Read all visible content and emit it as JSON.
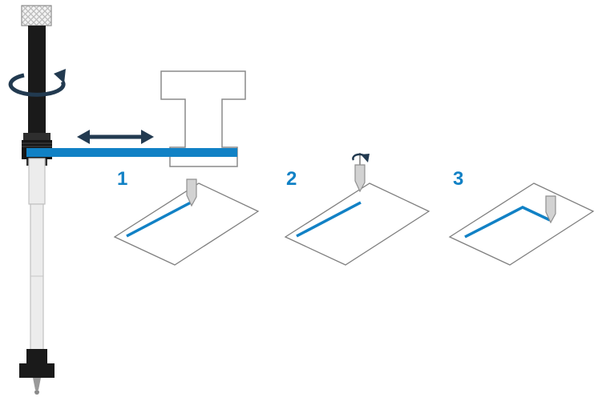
{
  "diagram": {
    "steps": [
      {
        "label": "1"
      },
      {
        "label": "2"
      },
      {
        "label": "3"
      }
    ],
    "colors": {
      "accent_blue": "#1181c5",
      "arrow_navy": "#223a50",
      "machine_black": "#1a1a1a",
      "pole_gray": "#ececec",
      "outline_gray": "#8a8a8a",
      "blade_gray": "#d2d2d2"
    },
    "icons": {
      "shaft_rotation": "curved-rotation-arrow",
      "horizontal_slide": "double-headed-arrow",
      "blade_spin": "circular-rotation-arrow"
    }
  }
}
